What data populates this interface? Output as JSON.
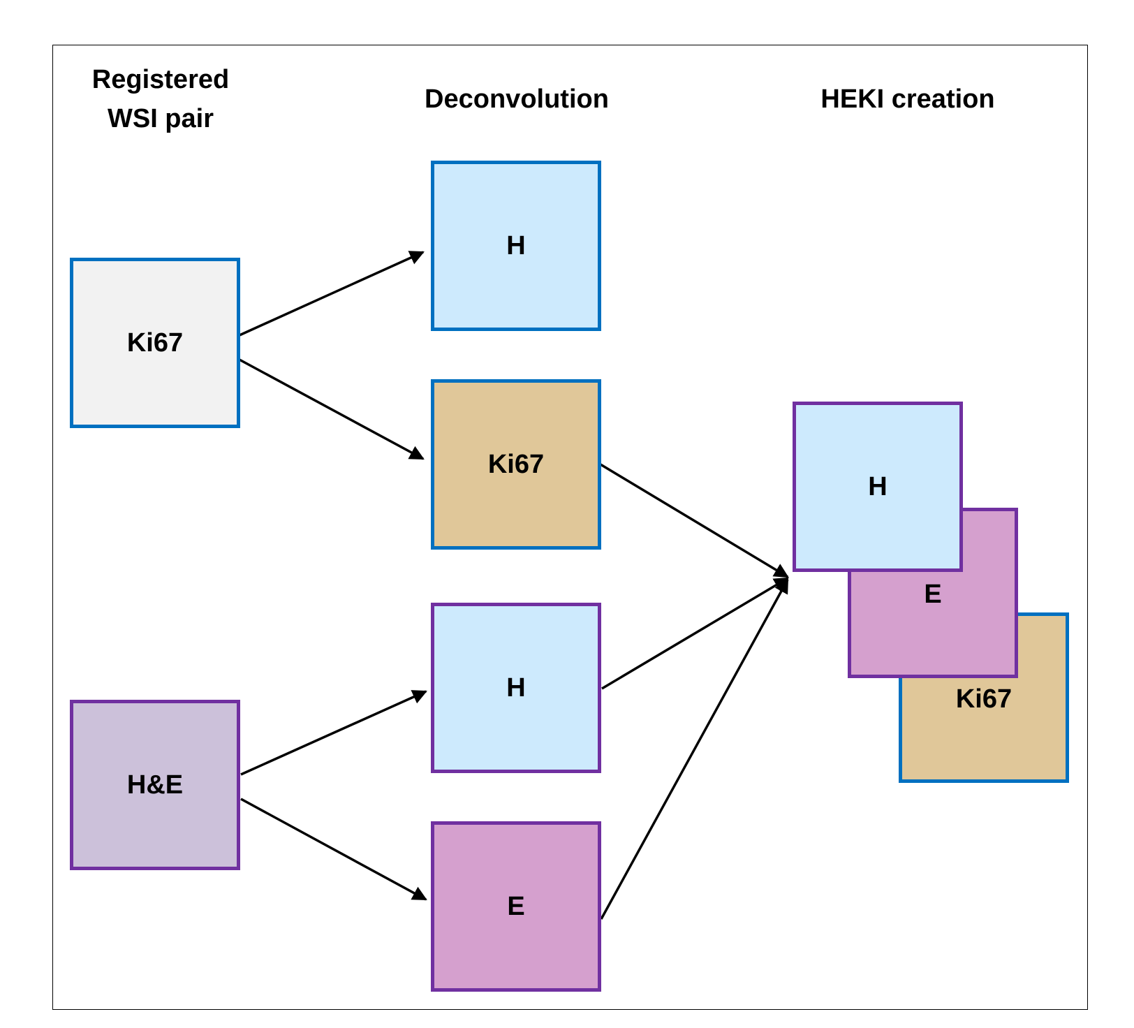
{
  "headings": {
    "col1_line1": "Registered",
    "col1_line2": "WSI pair",
    "col2": "Deconvolution",
    "col3": "HEKI creation"
  },
  "nodes": {
    "ki67_source": {
      "label": "Ki67",
      "fill": "#f2f2f2",
      "border": "#0070c0"
    },
    "he_source": {
      "label": "H&E",
      "fill": "#ccc1da",
      "border": "#7030a0"
    },
    "ki67_h": {
      "label": "H",
      "fill": "#cdeafd",
      "border": "#0070c0"
    },
    "ki67_dab": {
      "label": "Ki67",
      "fill": "#e0c799",
      "border": "#0070c0"
    },
    "he_h": {
      "label": "H",
      "fill": "#cdeafd",
      "border": "#7030a0"
    },
    "he_e": {
      "label": "E",
      "fill": "#d5a0ce",
      "border": "#7030a0"
    },
    "heki_ki67": {
      "label": "Ki67",
      "fill": "#e0c799",
      "border": "#0070c0"
    },
    "heki_e": {
      "label": "E",
      "fill": "#d5a0ce",
      "border": "#7030a0"
    },
    "heki_h": {
      "label": "H",
      "fill": "#cdeafd",
      "border": "#7030a0"
    }
  },
  "colors": {
    "arrow": "#000000",
    "frame": "#000000"
  }
}
